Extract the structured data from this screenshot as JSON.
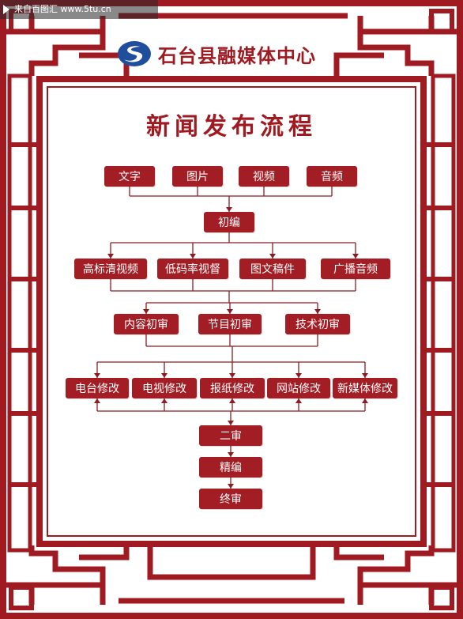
{
  "watermark": {
    "text": "来自百图汇 www.5tu.cn"
  },
  "header": {
    "org_name": "石台县融媒体中心",
    "logo_icon": "s-swoosh-logo-icon"
  },
  "title": "新闻发布流程",
  "colors": {
    "frame": "#a01a22",
    "node": "#a31d24",
    "node_text": "#ffffff",
    "line": "#8c1c22"
  },
  "flow": {
    "inputs": [
      "文字",
      "图片",
      "视频",
      "音频"
    ],
    "initial_edit": "初编",
    "formats": [
      "高标清视频",
      "低码率视督",
      "图文稿件",
      "广播音频"
    ],
    "initial_reviews": [
      "内容初审",
      "节目初审",
      "技术初审"
    ],
    "revisions": [
      "电台修改",
      "电视修改",
      "报纸修改",
      "网站修改",
      "新媒体修改"
    ],
    "final_steps": [
      "二审",
      "精编",
      "终审"
    ]
  }
}
